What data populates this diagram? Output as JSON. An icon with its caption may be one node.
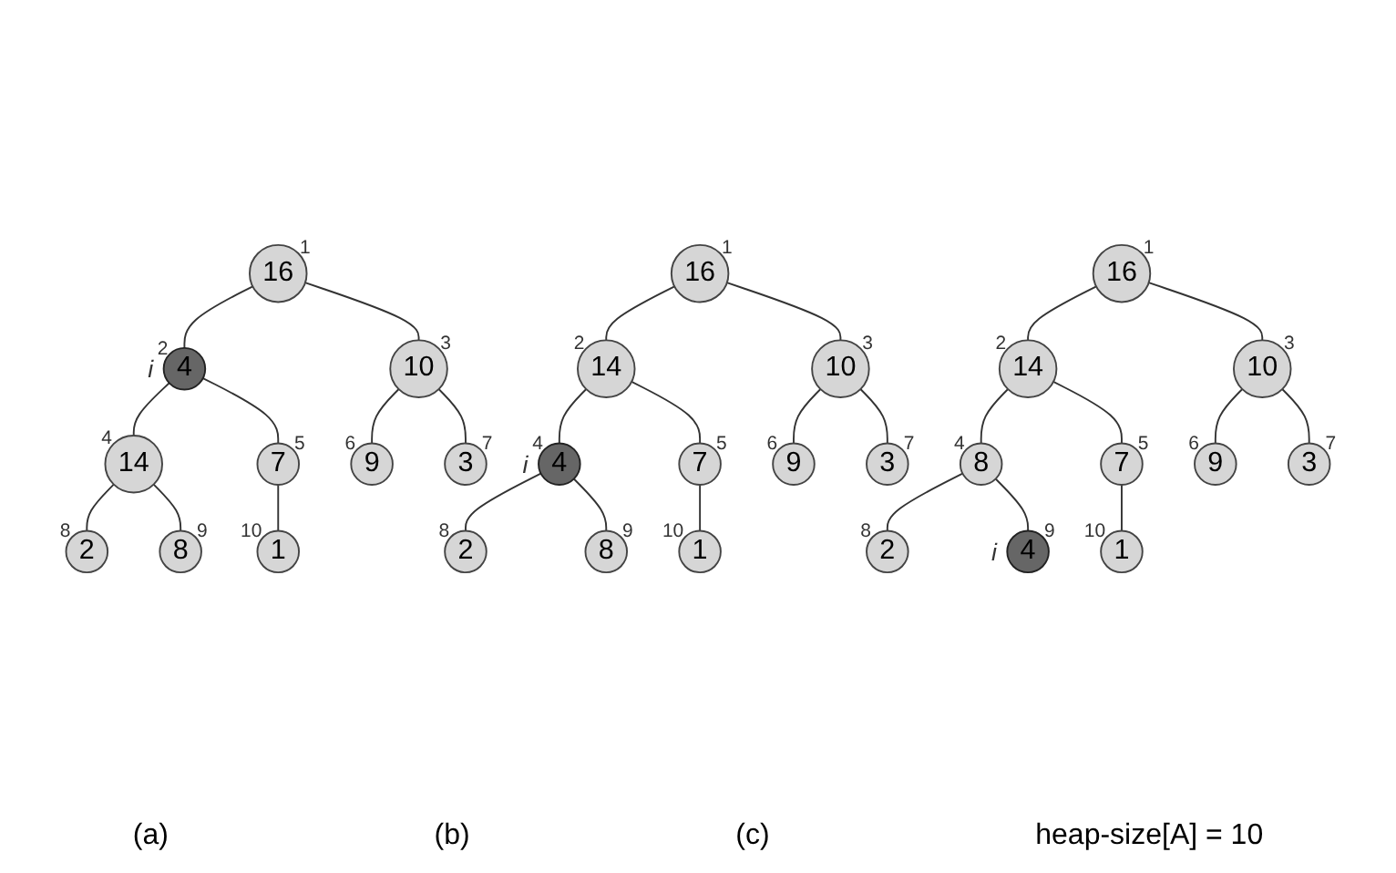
{
  "diagram": {
    "nodes": [
      {
        "text": [
          "16"
        ],
        "beside": [
          "1"
        ]
      },
      {
        "text": [
          "4"
        ],
        "beside": [
          "2",
          "i"
        ]
      },
      {
        "text": [
          "10"
        ],
        "beside": [
          "3"
        ]
      },
      {
        "text": [
          "14"
        ],
        "beside": [
          "4"
        ]
      },
      {
        "text": [
          "7"
        ],
        "beside": [
          "5"
        ]
      },
      {
        "text": [
          "9"
        ],
        "beside": [
          "6"
        ]
      },
      {
        "text": [
          "3"
        ],
        "beside": [
          "7"
        ]
      },
      {
        "text": [
          "2"
        ],
        "beside": [
          "8"
        ]
      },
      {
        "text": [
          "8"
        ],
        "beside": [
          "9"
        ]
      },
      {
        "text": [
          "1"
        ],
        "beside": [
          "10"
        ]
      },
      {
        "text": [
          "16"
        ],
        "beside": [
          "1"
        ]
      },
      {
        "text": [
          "14"
        ],
        "beside": [
          "2"
        ]
      },
      {
        "text": [
          "10"
        ],
        "beside": [
          "3"
        ]
      },
      {
        "text": [
          "4"
        ],
        "beside": [
          "4",
          "i"
        ]
      },
      {
        "text": [
          "7"
        ],
        "beside": [
          "5"
        ]
      },
      {
        "text": [
          "9"
        ],
        "beside": [
          "6"
        ]
      },
      {
        "text": [
          "3"
        ],
        "beside": [
          "7"
        ]
      },
      {
        "text": [
          "2"
        ],
        "beside": [
          "8"
        ]
      },
      {
        "text": [
          "8"
        ],
        "beside": [
          "9"
        ]
      },
      {
        "text": [
          "1"
        ],
        "beside": [
          "10"
        ]
      },
      {
        "text": [
          "16"
        ],
        "beside": [
          "1"
        ]
      },
      {
        "text": [
          "14"
        ],
        "beside": [
          "2"
        ]
      },
      {
        "text": [
          "10"
        ],
        "beside": [
          "3"
        ]
      },
      {
        "text": [
          "8"
        ],
        "beside": [
          "4"
        ]
      },
      {
        "text": [
          "7"
        ],
        "beside": [
          "5"
        ]
      },
      {
        "text": [
          "9"
        ],
        "beside": [
          "6"
        ]
      },
      {
        "text": [
          "3"
        ],
        "beside": [
          "7"
        ]
      },
      {
        "text": [
          "2"
        ],
        "beside": [
          "8"
        ]
      },
      {
        "text": [
          "4"
        ],
        "beside": [
          "9",
          "i"
        ]
      },
      {
        "text": [
          "1"
        ],
        "beside": [
          "10"
        ]
      }
    ],
    "edges": [
      {
        "from": 0,
        "to": 1,
        "arrow": "none"
      },
      {
        "from": 0,
        "to": 2,
        "arrow": "none"
      },
      {
        "from": 1,
        "to": 3,
        "arrow": "none"
      },
      {
        "from": 1,
        "to": 4,
        "arrow": "none"
      },
      {
        "from": 2,
        "to": 5,
        "arrow": "none"
      },
      {
        "from": 2,
        "to": 6,
        "arrow": "none"
      },
      {
        "from": 3,
        "to": 7,
        "arrow": "none"
      },
      {
        "from": 3,
        "to": 8,
        "arrow": "none"
      },
      {
        "from": 4,
        "to": 9,
        "arrow": "none"
      },
      {
        "from": 10,
        "to": 11,
        "arrow": "none"
      },
      {
        "from": 10,
        "to": 12,
        "arrow": "none"
      },
      {
        "from": 11,
        "to": 13,
        "arrow": "none"
      },
      {
        "from": 11,
        "to": 14,
        "arrow": "none"
      },
      {
        "from": 12,
        "to": 15,
        "arrow": "none"
      },
      {
        "from": 12,
        "to": 16,
        "arrow": "none"
      },
      {
        "from": 13,
        "to": 17,
        "arrow": "none"
      },
      {
        "from": 13,
        "to": 18,
        "arrow": "none"
      },
      {
        "from": 14,
        "to": 19,
        "arrow": "none"
      },
      {
        "from": 20,
        "to": 21,
        "arrow": "none"
      },
      {
        "from": 20,
        "to": 22,
        "arrow": "none"
      },
      {
        "from": 21,
        "to": 23,
        "arrow": "none"
      },
      {
        "from": 21,
        "to": 24,
        "arrow": "none"
      },
      {
        "from": 22,
        "to": 25,
        "arrow": "none"
      },
      {
        "from": 22,
        "to": 26,
        "arrow": "none"
      },
      {
        "from": 23,
        "to": 27,
        "arrow": "none"
      },
      {
        "from": 23,
        "to": 28,
        "arrow": "none"
      },
      {
        "from": 24,
        "to": 29,
        "arrow": "none"
      }
    ],
    "labels": [
      "(a)",
      "(b)",
      "(c)",
      "heap-size[A] = 10"
    ]
  }
}
